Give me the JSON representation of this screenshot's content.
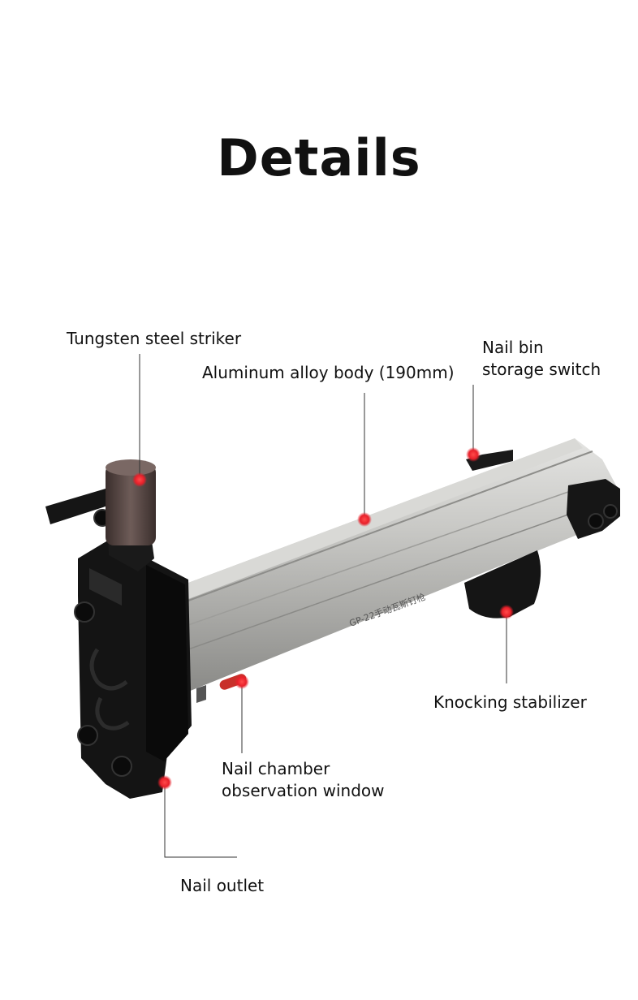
{
  "title": "Details",
  "labels": {
    "striker": "Tungsten steel striker",
    "body": "Aluminum alloy body (190mm)",
    "switch_line1": "Nail bin",
    "switch_line2": "storage switch",
    "stabilizer": "Knocking stabilizer",
    "window_line1": "Nail chamber",
    "window_line2": "observation window",
    "outlet": "Nail outlet"
  },
  "product_marking": "GP-22手动瓦斯钉枪",
  "colors": {
    "marker": "#e8202a",
    "body": "#b9b9b6",
    "plastic": "#141414",
    "striker": "#5a4a46"
  }
}
